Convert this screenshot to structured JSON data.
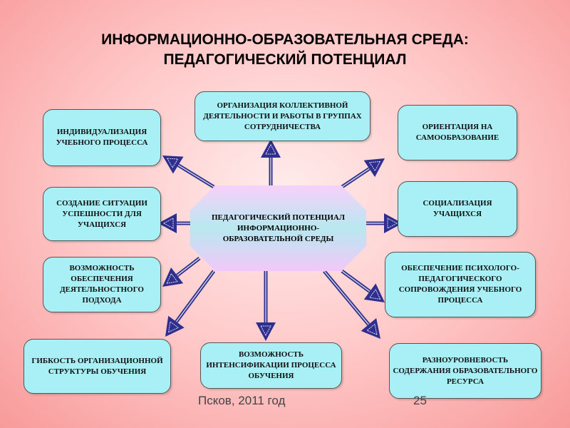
{
  "title": {
    "line1": "ИНФОРМАЦИОННО-ОБРАЗОВАТЕЛЬНАЯ СРЕДА:",
    "line2": "ПЕДАГОГИЧЕСКИЙ ПОТЕНЦИАЛ"
  },
  "center": "ПЕДАГОГИЧЕСКИЙ ПОТЕНЦИАЛ ИНФОРМАЦИОННО-ОБРАЗОВАТЕЛЬНОЙ СРЕДЫ",
  "boxes": {
    "top": "ОРГАНИЗАЦИЯ КОЛЛЕКТИВНОЙ ДЕЯТЕЛЬНОСТИ И РАБОТЫ В ГРУППАХ СОТРУДНИЧЕСТВА",
    "left1": "ИНДИВИДУАЛИЗАЦИЯ УЧЕБНОГО ПРОЦЕССА",
    "right1": "ОРИЕНТАЦИЯ НА САМООБРАЗОВАНИЕ",
    "left2": "СОЗДАНИЕ СИТУАЦИИ УСПЕШНОСТИ ДЛЯ УЧАЩИХСЯ",
    "right2": "СОЦИАЛИЗАЦИЯ УЧАЩИХСЯ",
    "left3": "ВОЗМОЖНОСТЬ ОБЕСПЕЧЕНИЯ ДЕЯТЕЛЬНОСТНОГО ПОДХОДА",
    "right3": "ОБЕСПЕЧЕНИЕ ПСИХОЛОГО-ПЕДАГОГИЧЕСКОГО СОПРОВОЖДЕНИЯ УЧЕБНОГО ПРОЦЕССА",
    "bottom_left": "ГИБКОСТЬ ОРГАНИЗАЦИОННОЙ СТРУКТУРЫ ОБУЧЕНИЯ",
    "bottom_center": "ВОЗМОЖНОСТЬ ИНТЕНСИФИКАЦИИ ПРОЦЕССА ОБУЧЕНИЯ",
    "bottom_right": "РАЗНОУРОВНЕВОСТЬ СОДЕРЖАНИЯ ОБРАЗОВАТЕЛЬНОГО РЕСУРСА"
  },
  "footer": {
    "place": "Псков, 2011 год",
    "page": "25"
  },
  "colors": {
    "arrow": "#2e2e8e",
    "box": "#a8f0f6"
  }
}
